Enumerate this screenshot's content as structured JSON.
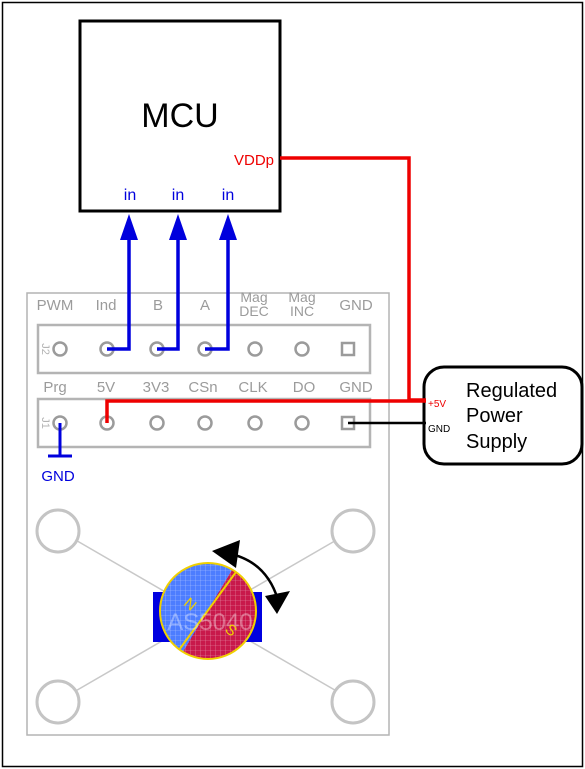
{
  "mcu": {
    "label": "MCU",
    "pin_vdd": "VDDp",
    "inputs": [
      "in",
      "in",
      "in"
    ]
  },
  "header_j2": {
    "name": "J2",
    "pins": [
      "PWM",
      "Ind",
      "B",
      "A",
      "Mag DEC",
      "Mag INC",
      "GND"
    ],
    "pin_lines": [
      [
        "PWM"
      ],
      [
        "Ind"
      ],
      [
        "B"
      ],
      [
        "A"
      ],
      [
        "Mag",
        "DEC"
      ],
      [
        "Mag",
        "INC"
      ],
      [
        "GND"
      ]
    ]
  },
  "header_j1": {
    "name": "J1",
    "pins": [
      "Prg",
      "5V",
      "3V3",
      "CSn",
      "CLK",
      "DO",
      "GND"
    ]
  },
  "gnd_label": "GND",
  "chip_text": "AS5040",
  "magnet_poles": [
    "N",
    "S"
  ],
  "power_supply": {
    "label_lines": [
      "Regulated",
      "Power",
      "Supply"
    ],
    "pin_plus": "+5V",
    "pin_gnd": "GND"
  },
  "colors": {
    "signal": "#0000dd",
    "power": "#ee0000",
    "ground": "#000000",
    "board_outline": "#b4b4b4",
    "magnet_blue": "#4d7dff",
    "magnet_red": "#c8194b"
  }
}
